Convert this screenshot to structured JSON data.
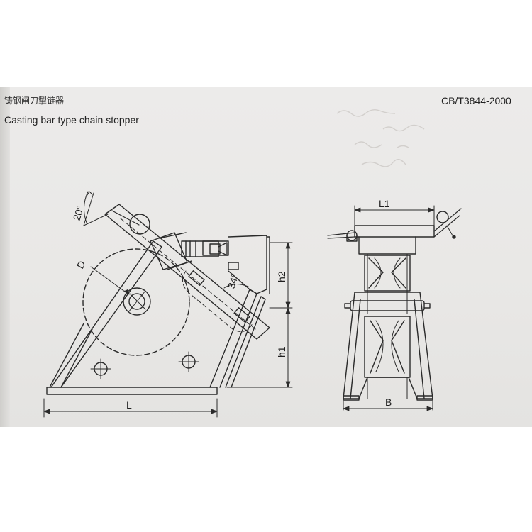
{
  "header": {
    "title_cn": "铸钢闸刀掣链器",
    "title_en": "Casting bar type chain stopper",
    "standard": "CB/T3844-2000"
  },
  "drawing": {
    "side_view": {
      "angle_top": "20°",
      "angle_bar": "34°",
      "diameter": "D",
      "length": "L",
      "height_upper": "h2",
      "height_lower": "h1"
    },
    "front_view": {
      "top_length": "L1",
      "base_width": "B"
    }
  },
  "colors": {
    "paper": "#e9e8e6",
    "line": "#2a2a2a"
  }
}
